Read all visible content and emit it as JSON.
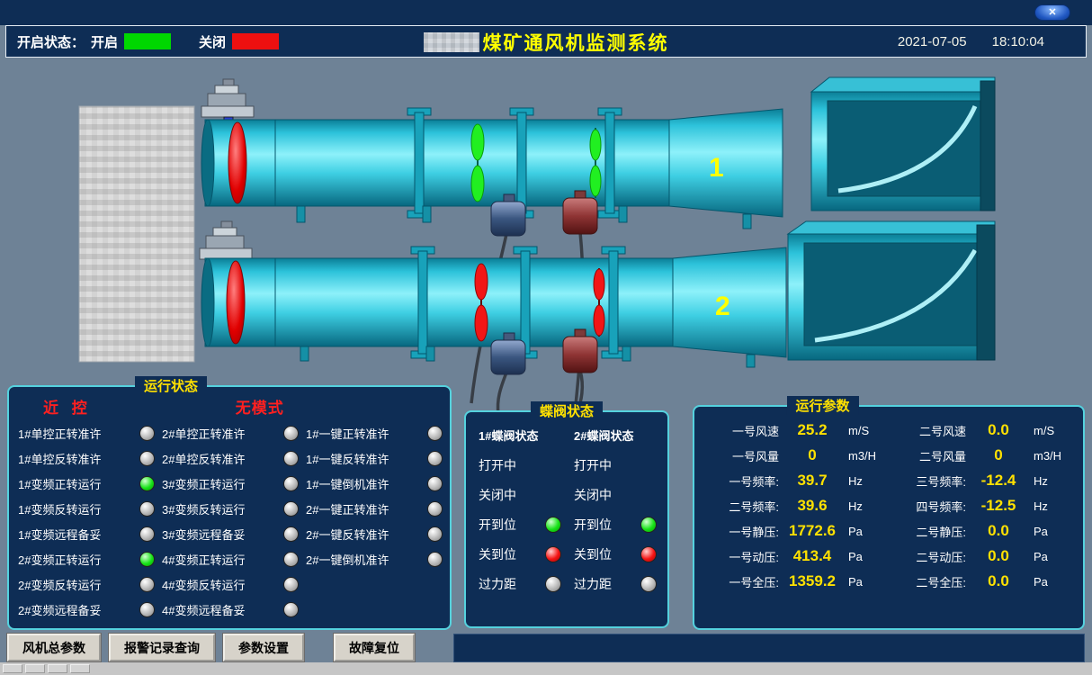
{
  "colors": {
    "open_green": "#00d800",
    "closed_red": "#ee1010",
    "value_yellow": "#ffe100",
    "panel_border": "#55d2de",
    "navy": "#0e2d55"
  },
  "titlebar": {
    "close_label": "✕"
  },
  "header": {
    "legend_label": "开启状态：",
    "legend_open_text": "开启",
    "legend_closed_text": "关闭",
    "title": "煤矿通风机监测系统",
    "date": "2021-07-05",
    "time": "18:10:04"
  },
  "diagram": {
    "fan1_label": "1",
    "fan2_label": "2"
  },
  "status_panel": {
    "title": "运行状态",
    "mode_left": "近  控",
    "mode_right": "无模式",
    "rows": [
      [
        {
          "label": "1#单控正转准许",
          "state": "gray"
        },
        {
          "label": "2#单控正转准许",
          "state": "gray"
        },
        {
          "label": "1#一键正转准许",
          "state": "gray"
        }
      ],
      [
        {
          "label": "1#单控反转准许",
          "state": "gray"
        },
        {
          "label": "2#单控反转准许",
          "state": "gray"
        },
        {
          "label": "1#一键反转准许",
          "state": "gray"
        }
      ],
      [
        {
          "label": "1#变频正转运行",
          "state": "green"
        },
        {
          "label": "3#变频正转运行",
          "state": "gray"
        },
        {
          "label": "1#一键倒机准许",
          "state": "gray"
        }
      ],
      [
        {
          "label": "1#变频反转运行",
          "state": "gray"
        },
        {
          "label": "3#变频反转运行",
          "state": "gray"
        },
        {
          "label": "2#一键正转准许",
          "state": "gray"
        }
      ],
      [
        {
          "label": "1#变频远程备妥",
          "state": "gray"
        },
        {
          "label": "3#变频远程备妥",
          "state": "gray"
        },
        {
          "label": "2#一键反转准许",
          "state": "gray"
        }
      ],
      [
        {
          "label": "2#变频正转运行",
          "state": "green"
        },
        {
          "label": "4#变频正转运行",
          "state": "gray"
        },
        {
          "label": "2#一键倒机准许",
          "state": "gray"
        }
      ],
      [
        {
          "label": "2#变频反转运行",
          "state": "gray"
        },
        {
          "label": "4#变频反转运行",
          "state": "gray"
        },
        null
      ],
      [
        {
          "label": "2#变频远程备妥",
          "state": "gray"
        },
        {
          "label": "4#变频远程备妥",
          "state": "gray"
        },
        null
      ]
    ]
  },
  "valve_panel": {
    "title": "蝶阀状态",
    "columns": [
      {
        "header": "1#蝶阀状态",
        "rows": [
          {
            "label": "打开中",
            "state": null
          },
          {
            "label": "关闭中",
            "state": null
          },
          {
            "label": "开到位",
            "state": "green"
          },
          {
            "label": "关到位",
            "state": "red"
          },
          {
            "label": "过力距",
            "state": "gray"
          }
        ]
      },
      {
        "header": "2#蝶阀状态",
        "rows": [
          {
            "label": "打开中",
            "state": null
          },
          {
            "label": "关闭中",
            "state": null
          },
          {
            "label": "开到位",
            "state": "green"
          },
          {
            "label": "关到位",
            "state": "red"
          },
          {
            "label": "过力距",
            "state": "gray"
          }
        ]
      }
    ]
  },
  "params_panel": {
    "title": "运行参数",
    "rows": [
      {
        "l1": "一号风速",
        "v1": "25.2",
        "u1": "m/S",
        "l2": "二号风速",
        "v2": "0.0",
        "u2": "m/S"
      },
      {
        "l1": "一号风量",
        "v1": "0",
        "u1": "m3/H",
        "l2": "二号风量",
        "v2": "0",
        "u2": "m3/H"
      },
      {
        "l1": "一号频率:",
        "v1": "39.7",
        "u1": "Hz",
        "l2": "三号频率:",
        "v2": "-12.4",
        "u2": "Hz"
      },
      {
        "l1": "二号频率:",
        "v1": "39.6",
        "u1": "Hz",
        "l2": "四号频率:",
        "v2": "-12.5",
        "u2": "Hz"
      },
      {
        "l1": "一号静压:",
        "v1": "1772.6",
        "u1": "Pa",
        "l2": "二号静压:",
        "v2": "0.0",
        "u2": "Pa"
      },
      {
        "l1": "一号动压:",
        "v1": "413.4",
        "u1": "Pa",
        "l2": "二号动压:",
        "v2": "0.0",
        "u2": "Pa"
      },
      {
        "l1": "一号全压:",
        "v1": "1359.2",
        "u1": "Pa",
        "l2": "二号全压:",
        "v2": "0.0",
        "u2": "Pa"
      }
    ]
  },
  "toolbar": {
    "buttons": [
      "风机总参数",
      "报警记录查询",
      "参数设置",
      "故障复位"
    ]
  }
}
